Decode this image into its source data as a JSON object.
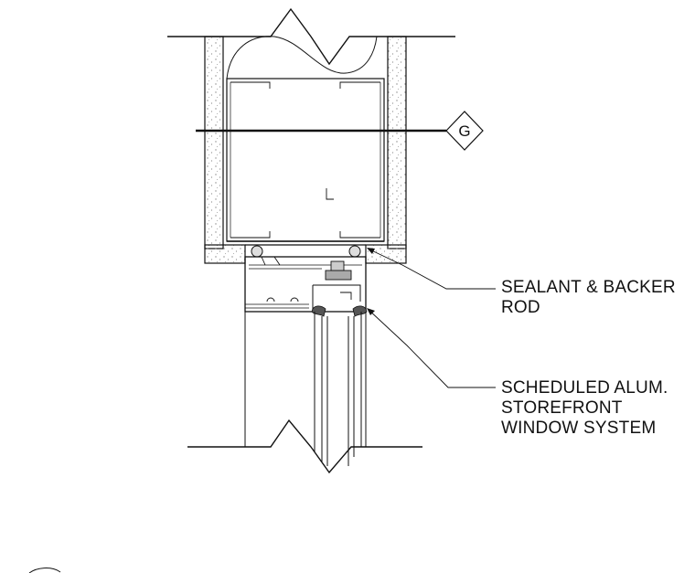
{
  "drawing": {
    "grid_tag": "G",
    "notes": [
      {
        "lines": [
          "SEALANT & BACKER",
          "ROD"
        ]
      },
      {
        "lines": [
          "SCHEDULED ALUM.",
          "STOREFRONT",
          "WINDOW SYSTEM"
        ]
      }
    ],
    "colors": {
      "line": "#111111",
      "stipple": "#888888",
      "background": "#ffffff"
    }
  }
}
